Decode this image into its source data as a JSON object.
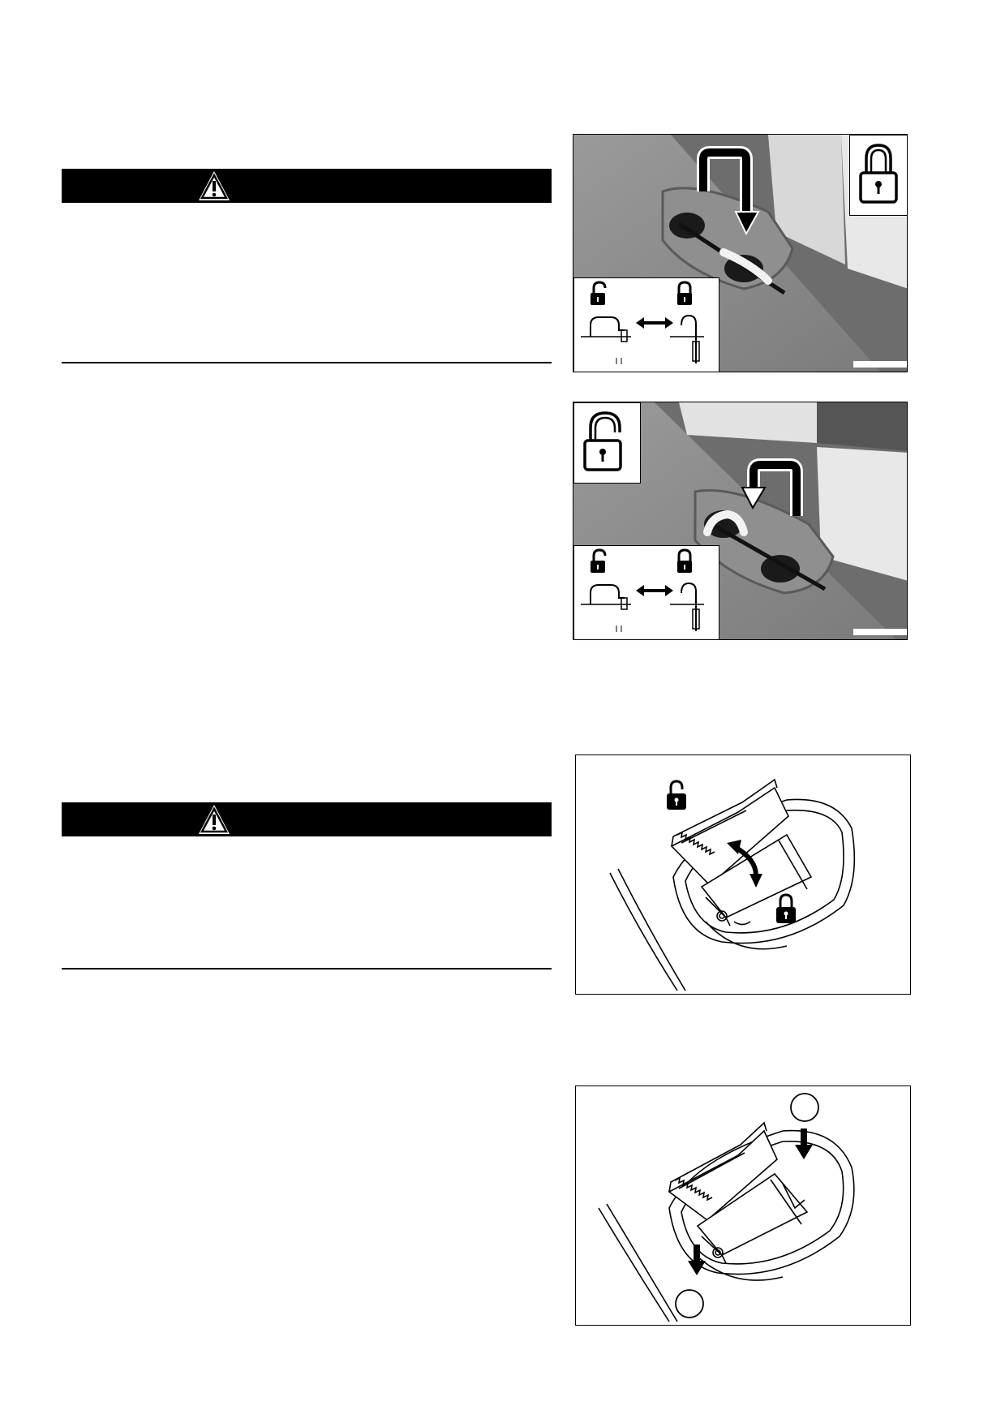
{
  "warnings": [
    {
      "icon": "warning-triangle-icon"
    },
    {
      "icon": "warning-triangle-icon"
    }
  ],
  "figures": [
    {
      "kind": "photo",
      "badge_icon": "padlock-locked-icon",
      "inset_icons": [
        "padlock-unlocked-icon",
        "double-arrow-icon",
        "padlock-locked-icon"
      ]
    },
    {
      "kind": "photo",
      "badge_icon": "padlock-unlocked-icon",
      "inset_icons": [
        "padlock-unlocked-icon",
        "double-arrow-icon",
        "padlock-locked-icon"
      ]
    },
    {
      "kind": "line-drawing",
      "icons": [
        "padlock-unlocked-icon",
        "curved-double-arrow-icon",
        "padlock-locked-icon"
      ]
    },
    {
      "kind": "line-drawing",
      "icons": [
        "callout-circle-icon",
        "down-arrow-icon",
        "down-arrow-icon",
        "callout-circle-icon"
      ]
    }
  ],
  "colors": {
    "bar": "#000000",
    "photo_tone": "#8a8a8a",
    "page": "#ffffff"
  }
}
